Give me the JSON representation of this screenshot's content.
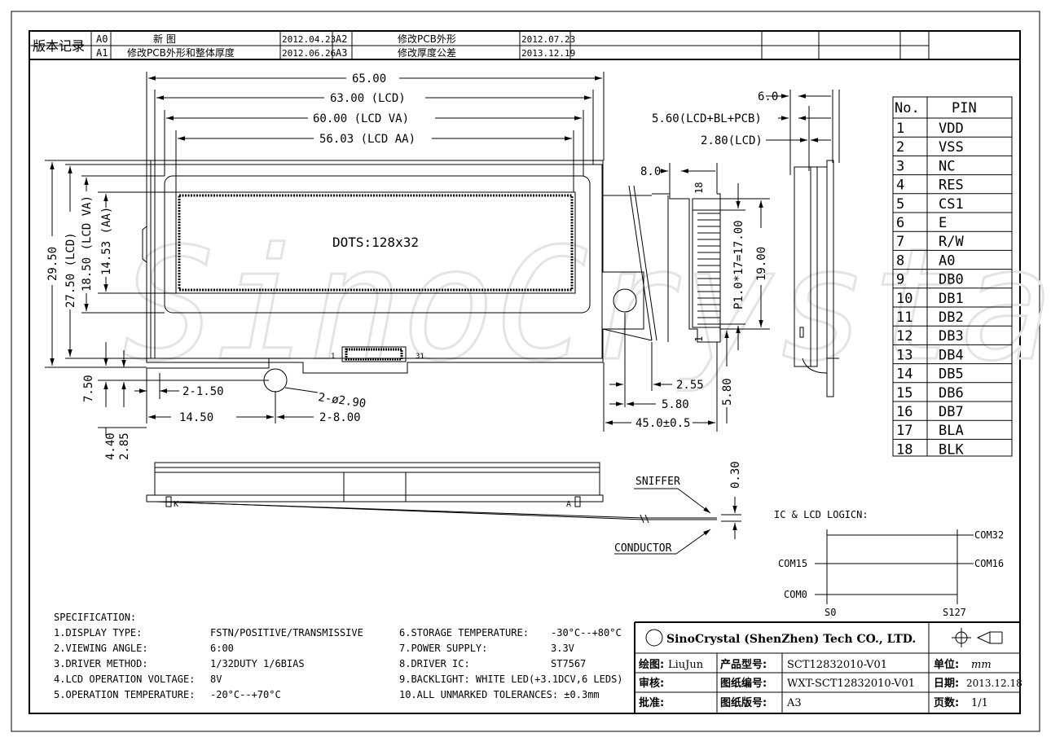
{
  "revisions": {
    "header_label": "版本记录",
    "rows": [
      {
        "code": "A0",
        "desc": "新    图",
        "date": "2012.04.23",
        "code2": "A2",
        "desc2": "修改PCB外形",
        "date2": "2012.07.23"
      },
      {
        "code": "A1",
        "desc": "修改PCB外形和整体厚度",
        "date": "2012.06.26",
        "code2": "A3",
        "desc2": "修改厚度公差",
        "date2": "2013.12.19"
      }
    ]
  },
  "front_view": {
    "dims": {
      "w_total": "65.00",
      "w_lcd": "63.00 (LCD)",
      "w_va": "60.00 (LCD VA)",
      "w_aa": "56.03 (LCD AA)",
      "h_total": "29.50",
      "h_lcd": "27.50 (LCD)",
      "h_va": "18.50 (LCD VA)",
      "h_aa": "14.53 (AA)",
      "h_bottom": "7.50",
      "h_b1": "4.40",
      "h_b2": "2.85",
      "hole_off": "2-1.50",
      "hole": "2-ø2.90",
      "pitch_x": "14.50",
      "pitch": "2-8.00"
    },
    "dots": "DOTS:128x32",
    "conn_left": "1",
    "conn_right": "31"
  },
  "flex_view": {
    "dims": {
      "w8": "8.0",
      "pins": "18",
      "pin1": "1",
      "pitch": "P1.0*17=17.00",
      "h19": "19.00",
      "d255": "2.55",
      "d580": "5.80",
      "d580v": "5.80",
      "d45": "45.0±0.5"
    }
  },
  "side_view": {
    "dims": {
      "t60": "6.0",
      "t560": "5.60(LCD+BL+PCB)",
      "t280": "2.80(LCD)"
    }
  },
  "pins": {
    "header_no": "No.",
    "header_pin": "PIN",
    "rows": [
      {
        "no": "1",
        "pin": "VDD"
      },
      {
        "no": "2",
        "pin": "VSS"
      },
      {
        "no": "3",
        "pin": "NC"
      },
      {
        "no": "4",
        "pin": "RES"
      },
      {
        "no": "5",
        "pin": "CS1"
      },
      {
        "no": "6",
        "pin": "E"
      },
      {
        "no": "7",
        "pin": "R/W"
      },
      {
        "no": "8",
        "pin": "A0"
      },
      {
        "no": "9",
        "pin": "DB0"
      },
      {
        "no": "10",
        "pin": "DB1"
      },
      {
        "no": "11",
        "pin": "DB2"
      },
      {
        "no": "12",
        "pin": "DB3"
      },
      {
        "no": "13",
        "pin": "DB4"
      },
      {
        "no": "14",
        "pin": "DB5"
      },
      {
        "no": "15",
        "pin": "DB6"
      },
      {
        "no": "16",
        "pin": "DB7"
      },
      {
        "no": "17",
        "pin": "BLA"
      },
      {
        "no": "18",
        "pin": "BLK"
      }
    ]
  },
  "bottom_view": {
    "sniffer": "SNIFFER",
    "conductor": "CONDUCTOR",
    "t030": "0.30",
    "k": "K",
    "a": "A"
  },
  "logic": {
    "title": "IC & LCD LOGICN:",
    "com32": "COM32",
    "com16": "COM16",
    "com15": "COM15",
    "com0": "COM0",
    "s0": "S0",
    "s127": "S127"
  },
  "spec": {
    "title": "SPECIFICATION:",
    "left": [
      {
        "k": "1.DISPLAY TYPE:",
        "v": "FSTN/POSITIVE/TRANSMISSIVE"
      },
      {
        "k": "2.VIEWING ANGLE:",
        "v": "6:00"
      },
      {
        "k": "3.DRIVER METHOD:",
        "v": "1/32DUTY   1/6BIAS"
      },
      {
        "k": "4.LCD OPERATION VOLTAGE:",
        "v": "8V"
      },
      {
        "k": "5.OPERATION TEMPERATURE:",
        "v": "-20°C--+70°C"
      }
    ],
    "right": [
      {
        "k": "6.STORAGE TEMPERATURE:",
        "v": "-30°C--+80°C"
      },
      {
        "k": "7.POWER SUPPLY:",
        "v": "3.3V"
      },
      {
        "k": "8.DRIVER IC:",
        "v": "ST7567"
      },
      {
        "k": "9.BACKLIGHT:  WHITE LED(+3.1DCV,6 LEDS)",
        "v": ""
      },
      {
        "k": "10.ALL UNMARKED TOLERANCES: ±0.3mm",
        "v": ""
      }
    ]
  },
  "title_block": {
    "company": "SinoCrystal (ShenZhen) Tech CO., LTD.",
    "drawer_label": "绘图:",
    "drawer": "LiuJun",
    "model_label": "产品型号:",
    "model": "SCT12832010-V01",
    "unit_label": "单位:",
    "unit": "mm",
    "check_label": "审核:",
    "drawing_no_label": "图纸编号:",
    "drawing_no": "WXT-SCT12832010-V01",
    "date_label": "日期:",
    "date": "2013.12.18",
    "approve_label": "批准:",
    "version_label": "图纸版号:",
    "version": "A3",
    "page_label": "页数:",
    "page": "1/1"
  },
  "watermark": "SinoCrystal"
}
